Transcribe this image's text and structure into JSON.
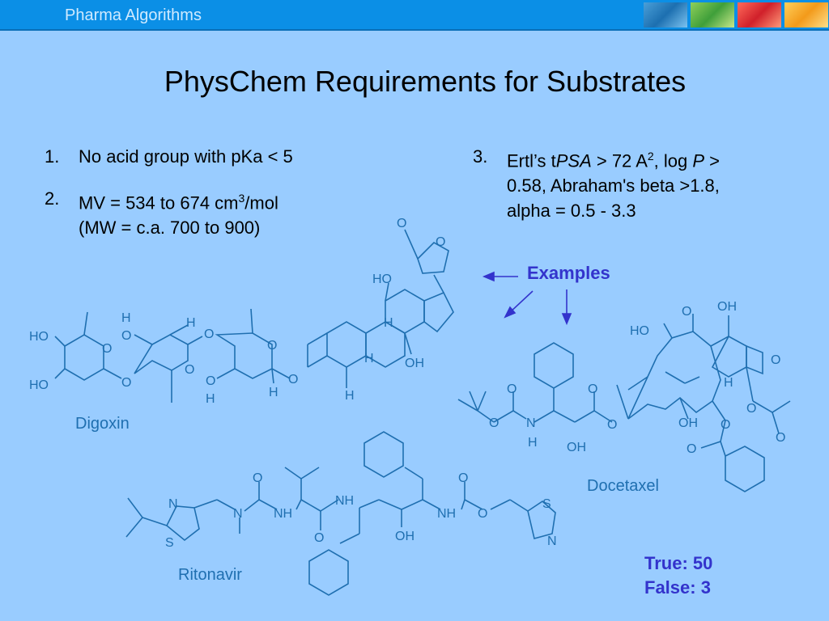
{
  "header": {
    "brand": "Pharma Algorithms"
  },
  "title": "PhysChem Requirements for Substrates",
  "requirements": [
    {
      "num": "1.",
      "line1": "No acid group with pKa < 5"
    },
    {
      "num": "2.",
      "line1_pre": "MV = 534 to 674 cm",
      "line1_sup": "3",
      "line1_post": "/mol",
      "line2": "(MW = c.a. 700 to 900)"
    },
    {
      "num": "3.",
      "line1_a": "Ertl’s t",
      "line1_psa": "PSA",
      "line1_b": " > 72 A",
      "line1_sup": "2",
      "line1_c": ", log ",
      "line1_p": "P",
      "line1_d": " >",
      "line2": "0.58, Abraham's beta >1.8,",
      "line3": "alpha = 0.5 - 3.3"
    }
  ],
  "examples_label": "Examples",
  "molecules": {
    "digoxin": "Digoxin",
    "docetaxel": "Docetaxel",
    "ritonavir": "Ritonavir"
  },
  "results": {
    "true_label": "True: 50",
    "false_label": "False: 3"
  },
  "colors": {
    "header": "#0b8fe6",
    "background": "#99ccff",
    "structure": "#1f6fb0",
    "accent": "#3333cc"
  }
}
